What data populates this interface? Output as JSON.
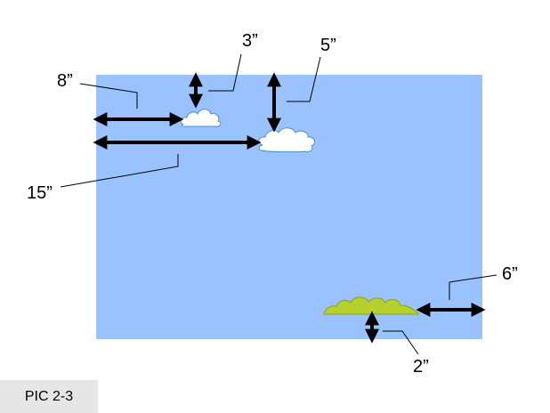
{
  "colors": {
    "sky": "#99c2ff",
    "cloud_fill": "#ffffff",
    "cloud_edge": "#4a8fd6",
    "bush_fill": "#b6d12e",
    "bush_edge": "#8aa11e",
    "arrow": "#000000"
  },
  "labels": {
    "cloud_small_top": "3”",
    "cloud_large_top": "5”",
    "cloud_small_left": "8”",
    "cloud_large_left": "15”",
    "bush_right": "6”",
    "bush_bottom": "2”"
  },
  "caption": "PIC 2-3"
}
